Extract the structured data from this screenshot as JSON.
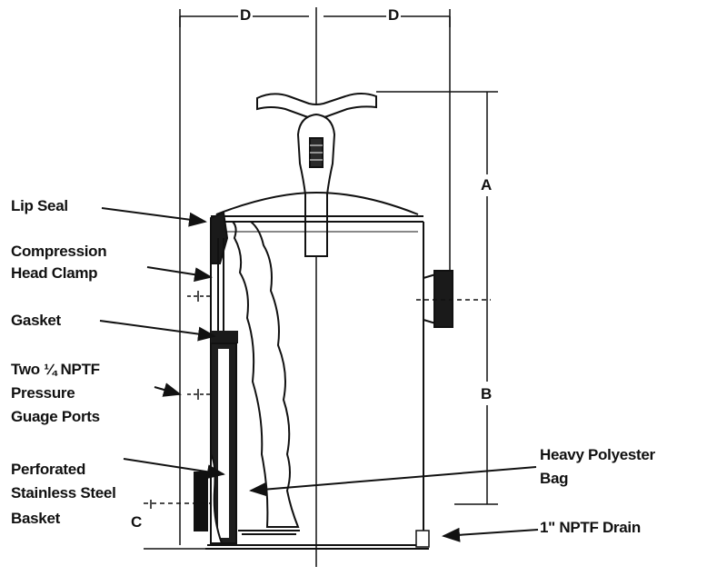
{
  "labels": {
    "lip_seal": "Lip Seal",
    "compression_head_clamp": [
      "Compression",
      "Head Clamp"
    ],
    "gasket": "Gasket",
    "gauge_ports": [
      "Two ¼ NPTF",
      "Pressure",
      "Guage Ports"
    ],
    "basket": [
      "Perforated",
      "Stainless Steel",
      "Basket"
    ],
    "bag": [
      "Heavy Polyester",
      "Bag"
    ],
    "drain": "1\" NPTF Drain"
  },
  "dimensions": {
    "d_left": "D",
    "d_right": "D",
    "a": "A",
    "b": "B",
    "c": "C"
  },
  "colors": {
    "line": "#111111",
    "fill_dark": "#1a1a1a",
    "background": "#ffffff"
  }
}
